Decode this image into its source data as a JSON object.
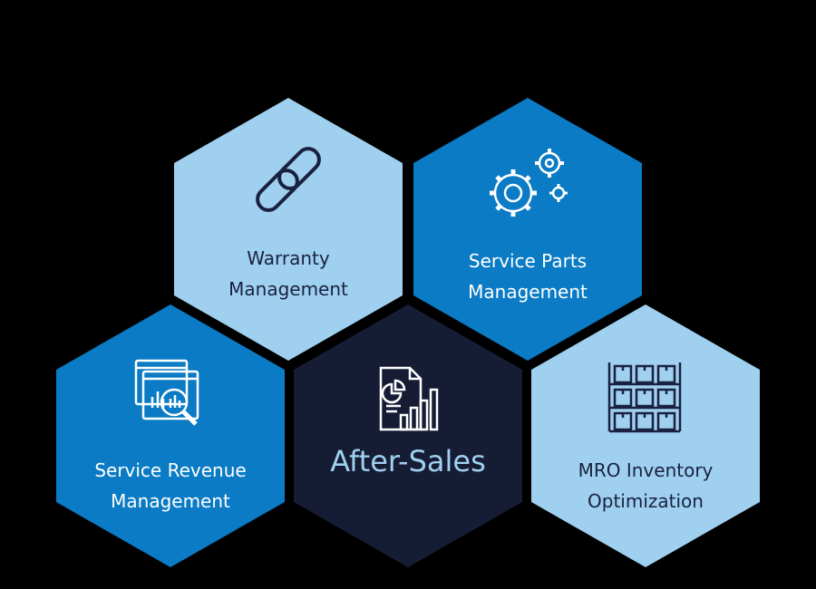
{
  "colors": {
    "background": "#000000",
    "light_blue": "#9fd0ef",
    "mid_blue": "#0a7bc4",
    "dark_navy": "#161c34",
    "icon_dark": "#1a2140",
    "icon_light": "#ffffff",
    "center_text": "#9fd0ef"
  },
  "center": {
    "label": "After-Sales",
    "icon": "report-chart-icon"
  },
  "hexes": [
    {
      "id": "warranty",
      "line1": "Warranty",
      "line2": "Management",
      "icon": "chain-link-icon"
    },
    {
      "id": "service-parts",
      "line1": "Service Parts",
      "line2": "Management",
      "icon": "gears-icon"
    },
    {
      "id": "service-revenue",
      "line1": "Service Revenue",
      "line2": "Management",
      "icon": "analytics-magnifier-icon"
    },
    {
      "id": "mro-inventory",
      "line1": "MRO Inventory",
      "line2": "Optimization",
      "icon": "shelf-boxes-icon"
    }
  ]
}
